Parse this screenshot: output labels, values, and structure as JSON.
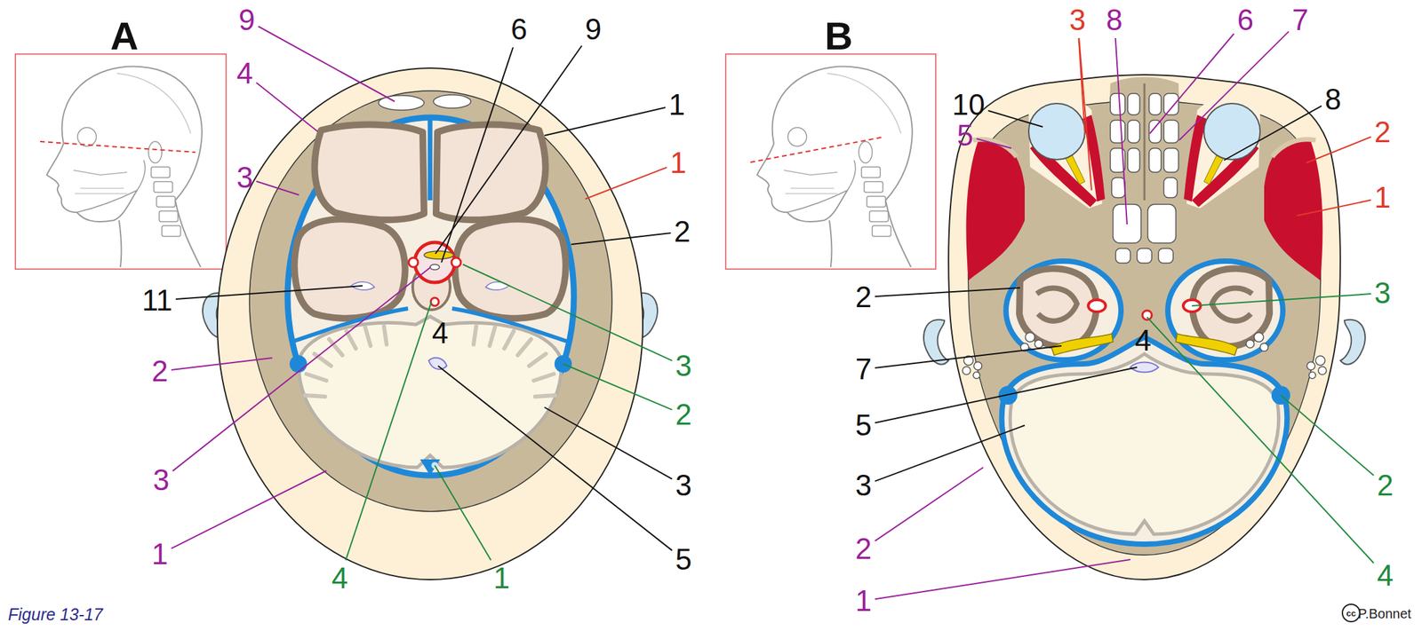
{
  "diagram": {
    "caption": "Figure 13-17",
    "labels": [
      "A",
      "9",
      "4",
      "6",
      "9",
      "1",
      "1",
      "3",
      "2",
      "11",
      "4",
      "2",
      "3",
      "2",
      "3",
      "3",
      "1",
      "4",
      "1",
      "5",
      "B",
      "3",
      "8",
      "6",
      "7",
      "10",
      "8",
      "5",
      "2",
      "1",
      "2",
      "3",
      "4",
      "7",
      "5",
      "3",
      "2",
      "2",
      "1",
      "4",
      "cc",
      "P.Bonnet"
    ]
  }
}
